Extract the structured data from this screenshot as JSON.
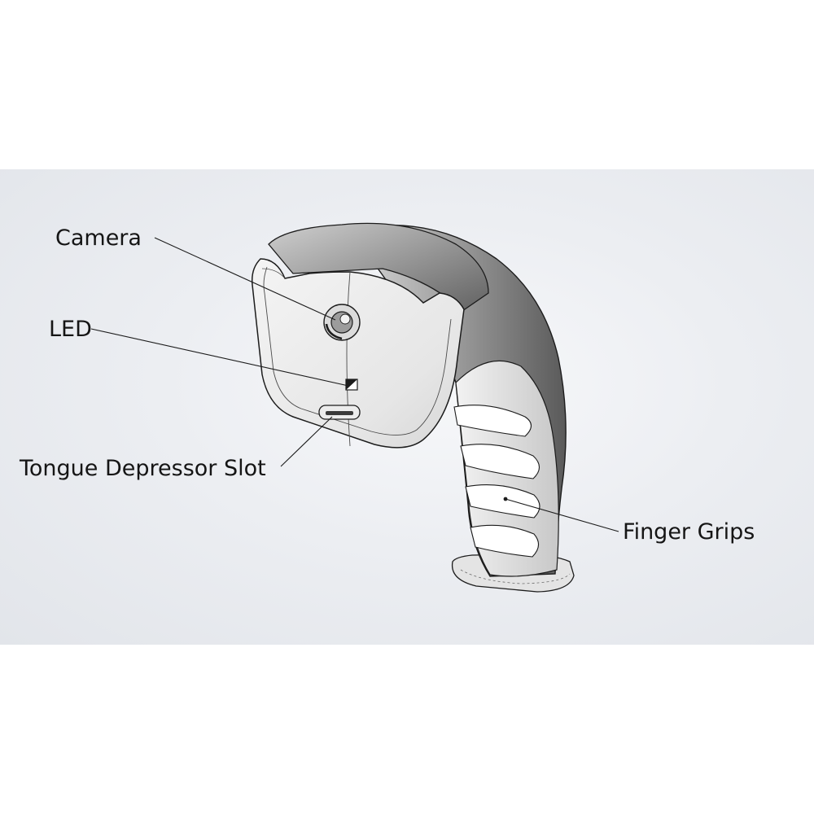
{
  "labels": {
    "camera": "Camera",
    "led": "LED",
    "tongue_depressor_slot": "Tongue Depressor Slot",
    "finger_grips": "Finger Grips"
  },
  "colors": {
    "backdrop": "#e6e9ed",
    "body_light": "#ececec",
    "body_shadow": "#5e5e5e",
    "outline": "#1c1c1c"
  }
}
